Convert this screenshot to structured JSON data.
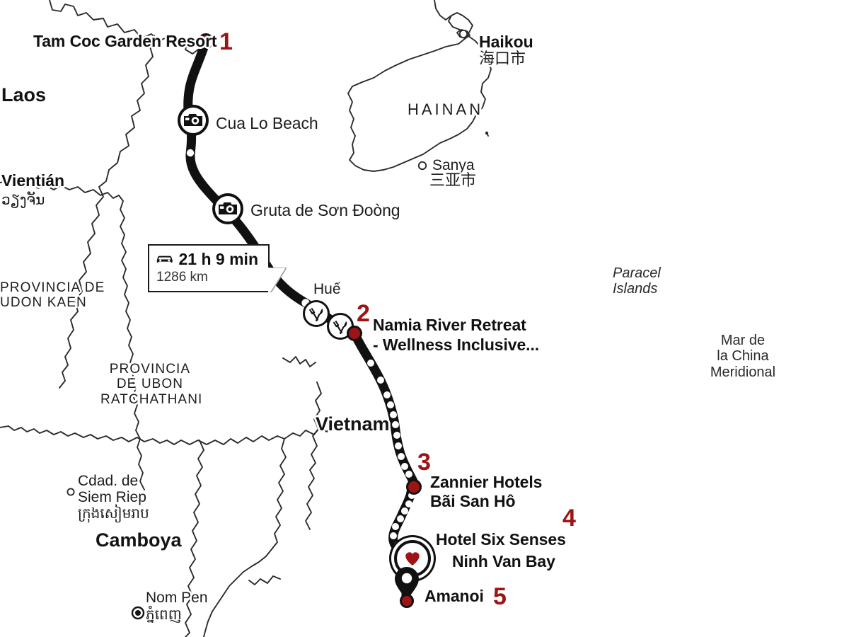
{
  "map": {
    "title": "Vietnam road trip route map",
    "accent_red": "#9e1414",
    "line_color": "#111111",
    "background": "#ffffff"
  },
  "route_callout": {
    "icon": "car-icon",
    "duration": "21 h 9 min",
    "distance": "1286 km"
  },
  "numbered_stops": [
    {
      "number": "1",
      "label": "Tam Coc Garden Resort",
      "marker": "dot"
    },
    {
      "number": "2",
      "label_line1": "Namia River Retreat",
      "label_line2": "- Wellness Inclusive...",
      "marker": "dot"
    },
    {
      "number": "3",
      "label_line1": "Zannier Hotels",
      "label_line2": "Bãi San Hô",
      "marker": "dot"
    },
    {
      "number": "4",
      "label_line1": "Hotel Six Senses",
      "label_line2": "Ninh Van Bay",
      "marker": "heart-circle"
    },
    {
      "number": "5",
      "label": "Amanoi",
      "marker": "pin"
    }
  ],
  "waypoints": [
    {
      "label": "Cua Lo Beach",
      "icon": "camera-icon"
    },
    {
      "label": "Gruta de Sơn Đoòng",
      "icon": "camera-icon"
    },
    {
      "label": "",
      "icon": "restaurant-icon"
    },
    {
      "label": "",
      "icon": "restaurant-icon"
    }
  ],
  "place_labels": {
    "laos": "Laos",
    "vientian": "Vientián",
    "vientian_local": "ວຽງຈັນ",
    "udon_kaen": "PROVINCIA DE\nUDON KAEN",
    "ubon_ratchathani": "PROVINCIA\nDE UBON\nRATCHATHANI",
    "siem_riep_prefix": "Cdad. de",
    "siem_riep": "Siem Riep",
    "siem_riep_local": "ក្រុងសៀមរាប",
    "camboya": "Camboya",
    "nom_pen": "Nom Pen",
    "nom_pen_local": "ភ្នំពេញ",
    "vietnam": "Vietnam",
    "hue": "Huế",
    "haikou": "Haikou",
    "haikou_local": "海口市",
    "hainan": "HAINAN",
    "sanya": "Sanya",
    "sanya_local": "三亚市",
    "paracel": "Paracel\nIslands",
    "south_china_sea": "Mar de\nla China\nMeridional"
  }
}
